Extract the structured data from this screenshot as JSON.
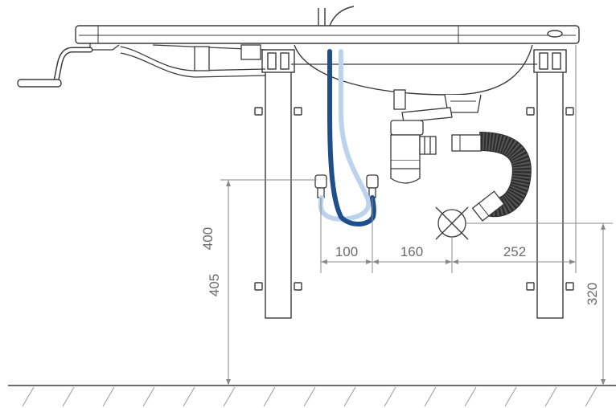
{
  "diagram": {
    "dimensions": {
      "inlet_spacing": "100",
      "inlet_to_drain": "160",
      "drain_to_right_leg": "252",
      "inlet_height_span": "400",
      "total_inlet_height": "405",
      "drain_height": "320"
    },
    "colors": {
      "line": "#3a3a3a",
      "dim_line": "#8a8a8a",
      "hot_hose": "#1f4e8c",
      "cold_hose": "#bcd3ee",
      "bellow": "#2b2b2b"
    }
  }
}
